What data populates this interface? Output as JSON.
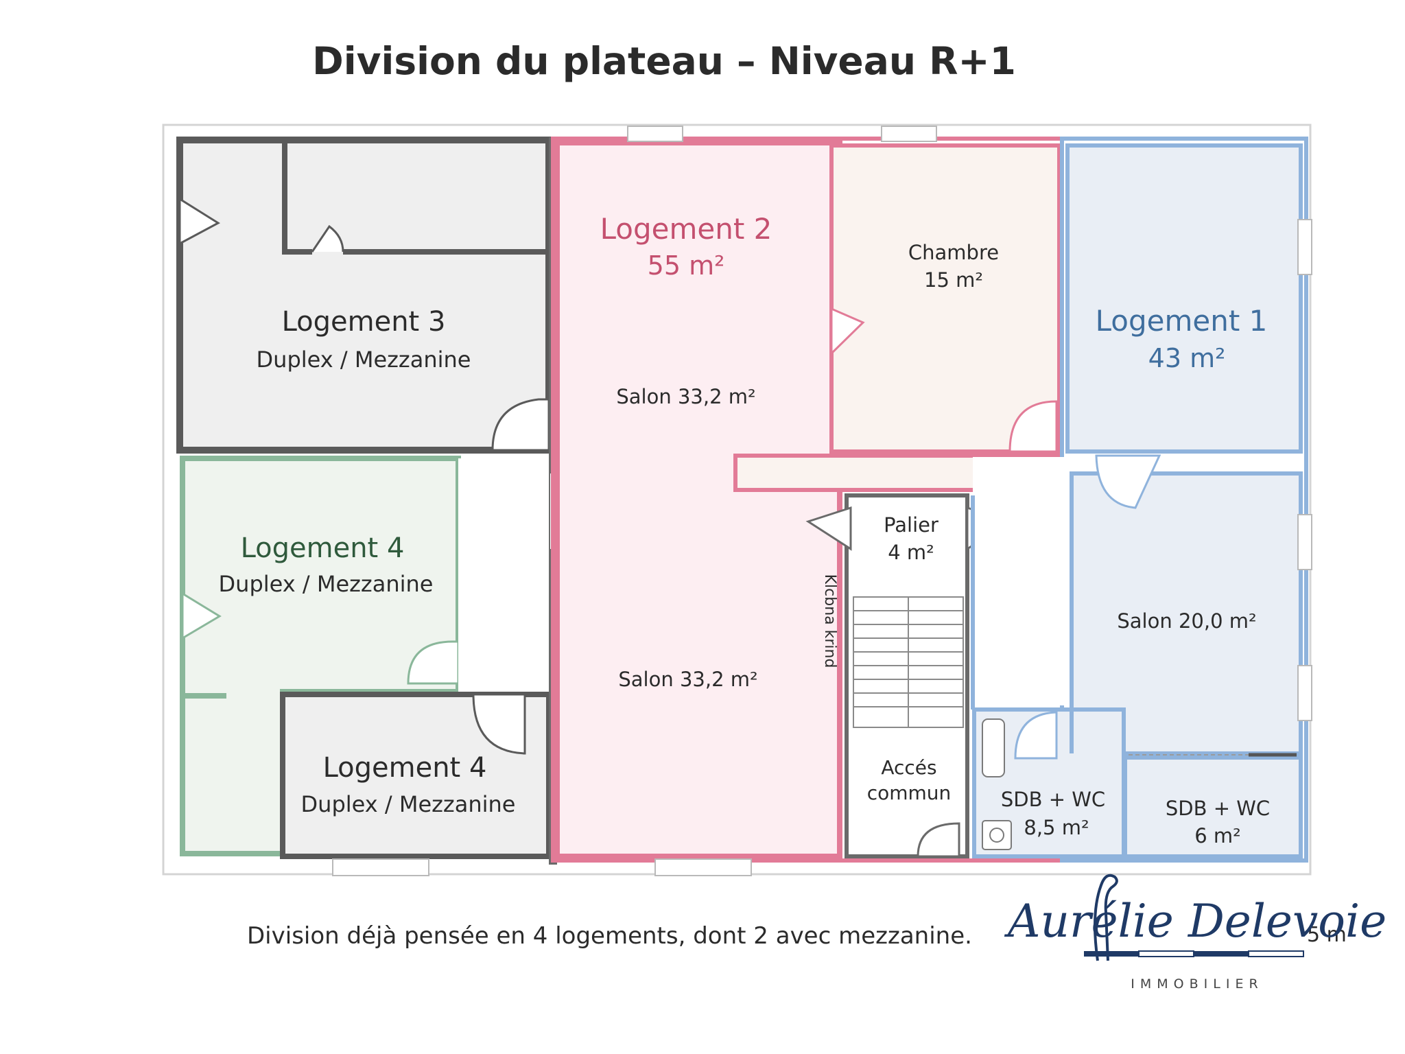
{
  "title": "Division du plateau – Niveau R+1",
  "colors": {
    "logement1": "#3f6e9e",
    "logement1_wall": "#8fb3dc",
    "logement1_fill": "#e9eef5",
    "logement2": "#c4506f",
    "logement2_wall": "#e27b97",
    "logement2_fill": "#fdeef2",
    "logement3": "#2f2f2f",
    "logement3_wall": "#5a5a5a",
    "logement3_fill": "#efefef",
    "logement4": "#2f5a3c",
    "logement4_wall": "#8ab79a",
    "logement4_fill": "#eff4ee",
    "chambre_fill": "#faf3ef",
    "grey_fill": "#f1f1f3"
  },
  "rooms": {
    "logement3": {
      "title": "Logement 3",
      "subtitle": "Duplex / Mezzanine"
    },
    "logement4_upper": {
      "title": "Logement 4",
      "subtitle": "Duplex / Mezzanine"
    },
    "logement4_lower": {
      "title": "Logement 4",
      "subtitle": "Duplex / Mezzanine"
    },
    "logement2": {
      "title": "Logement 2",
      "area": "55 m²",
      "salon_top": "Salon 33,2 m²",
      "salon_bottom": "Salon 33,2 m²",
      "kitchen": "Klcbna krind"
    },
    "chambre": {
      "title": "Chambre",
      "area": "15 m²"
    },
    "logement1": {
      "title": "Logement 1",
      "area": "43 m²",
      "salon": "Salon 20,0 m²"
    },
    "palier": {
      "title": "Palier",
      "area": "4 m²"
    },
    "acces": {
      "line1": "Accés",
      "line2": "commun"
    },
    "sdb1": {
      "title": "SDB + WC",
      "area": "8,5 m²"
    },
    "sdb2": {
      "title": "SDB + WC",
      "area": "6 m²"
    }
  },
  "footer": {
    "caption": "Division déjà pensée en 4 logements, dont 2 avec mezzanine.",
    "scale": "5 m"
  },
  "brand": {
    "name": "Aurélie Delevoie",
    "tagline": "IMMOBILIER"
  }
}
